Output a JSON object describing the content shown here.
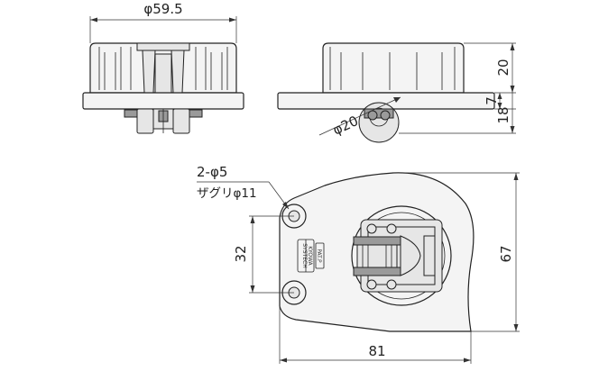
{
  "dimensions": {
    "front_width": "φ59.5",
    "side_upper_height": "20",
    "side_flange_height": "7",
    "side_total_height": "18",
    "wheel_diameter": "φ20",
    "holes_spec_line1": "2-φ5",
    "holes_spec_line2": "ザグリφ11",
    "hole_pitch": "32",
    "plate_height": "67",
    "plate_width": "81"
  },
  "stamp": {
    "maker_line1": "SYSTECH",
    "maker_line2": "KYOWA",
    "patent": "PAT.P"
  }
}
